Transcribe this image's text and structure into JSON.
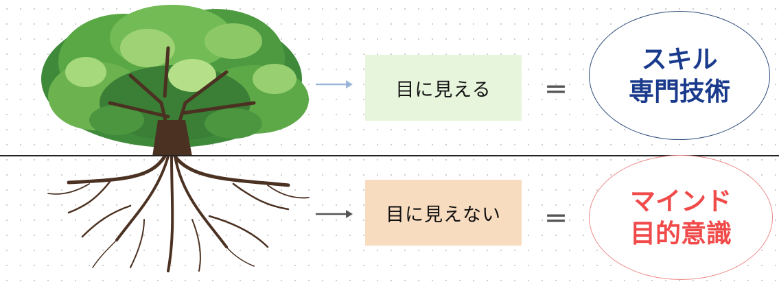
{
  "diagram": {
    "visible": {
      "label": "目に見える",
      "result_line1": "スキル",
      "result_line2": "専門技術",
      "arrow_color": "#9ab4d9",
      "box_color": "#e8f5dd",
      "text_color": "#1a3a8c"
    },
    "invisible": {
      "label": "目に見えない",
      "result_line1": "マインド",
      "result_line2": "目的意識",
      "arrow_color": "#555555",
      "box_color": "#f8dcc0",
      "text_color": "#f04a4a"
    },
    "equals_sign": "＝",
    "illustration": "tree-with-roots-icon"
  }
}
